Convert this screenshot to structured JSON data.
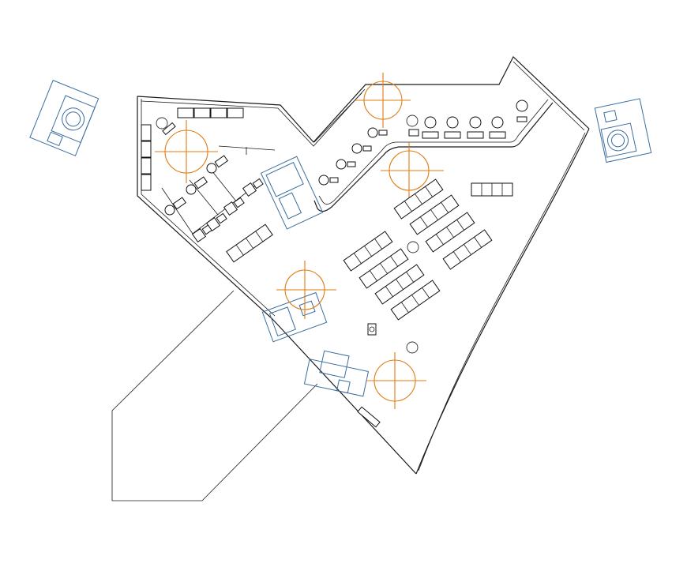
{
  "drawing": {
    "kind": "architectural-floor-plan",
    "colors": {
      "walls": "#1a1a1a",
      "furniture": "#111111",
      "equipment": "#3b6e9e",
      "light_fixtures": "#e07b10",
      "background": "#ffffff"
    },
    "symbols": {
      "light_fixture": "crosshair-circle",
      "column": "small-circle",
      "workstation": "desk-with-chair",
      "seating_row": "bench-row"
    }
  }
}
